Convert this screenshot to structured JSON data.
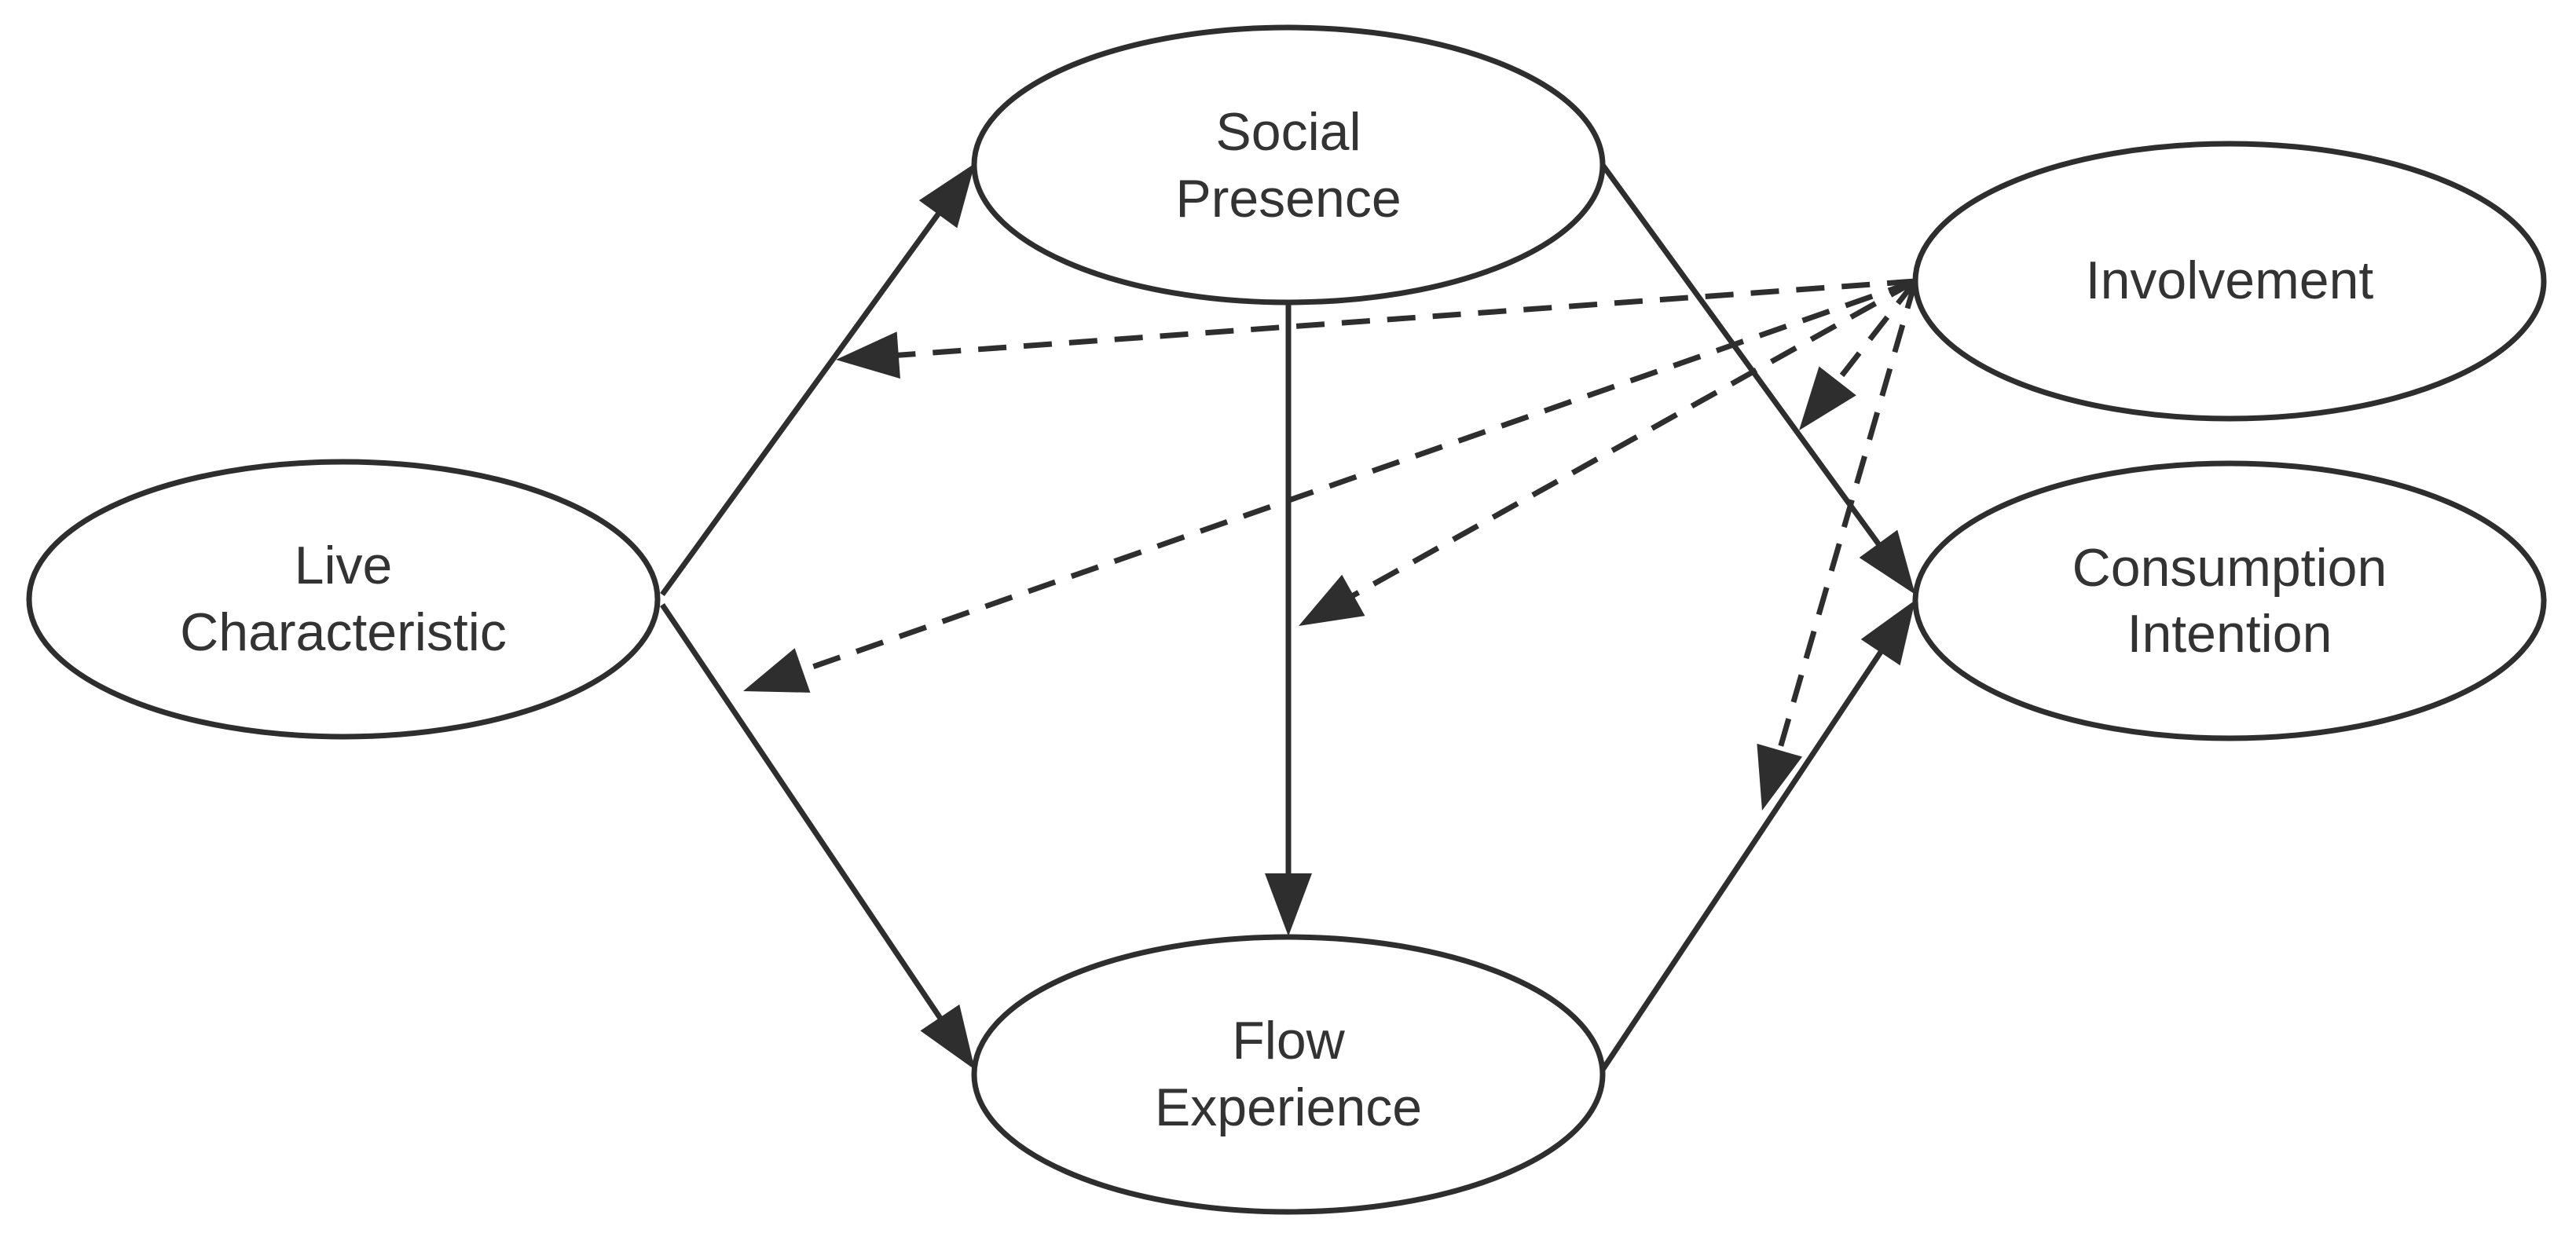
{
  "diagram": {
    "nodes": [
      {
        "id": "live",
        "lines": [
          "Live",
          "Characteristic"
        ]
      },
      {
        "id": "social",
        "lines": [
          "Social",
          "Presence"
        ]
      },
      {
        "id": "flow",
        "lines": [
          "Flow",
          "Experience"
        ]
      },
      {
        "id": "involvement",
        "lines": [
          "Involvement"
        ]
      },
      {
        "id": "consumption",
        "lines": [
          "Consumption",
          "Intention"
        ]
      }
    ],
    "edges": [
      {
        "from": "live",
        "to": "social",
        "style": "solid"
      },
      {
        "from": "live",
        "to": "flow",
        "style": "solid"
      },
      {
        "from": "social",
        "to": "flow",
        "style": "solid"
      },
      {
        "from": "social",
        "to": "consumption",
        "style": "solid"
      },
      {
        "from": "flow",
        "to": "consumption",
        "style": "solid"
      },
      {
        "from": "involvement",
        "to": "live-social",
        "style": "dashed",
        "kind": "moderation"
      },
      {
        "from": "involvement",
        "to": "live-flow",
        "style": "dashed",
        "kind": "moderation"
      },
      {
        "from": "involvement",
        "to": "social-flow",
        "style": "dashed",
        "kind": "moderation"
      },
      {
        "from": "involvement",
        "to": "social-consumption",
        "style": "dashed",
        "kind": "moderation"
      },
      {
        "from": "involvement",
        "to": "flow-consumption",
        "style": "dashed",
        "kind": "moderation"
      }
    ]
  }
}
